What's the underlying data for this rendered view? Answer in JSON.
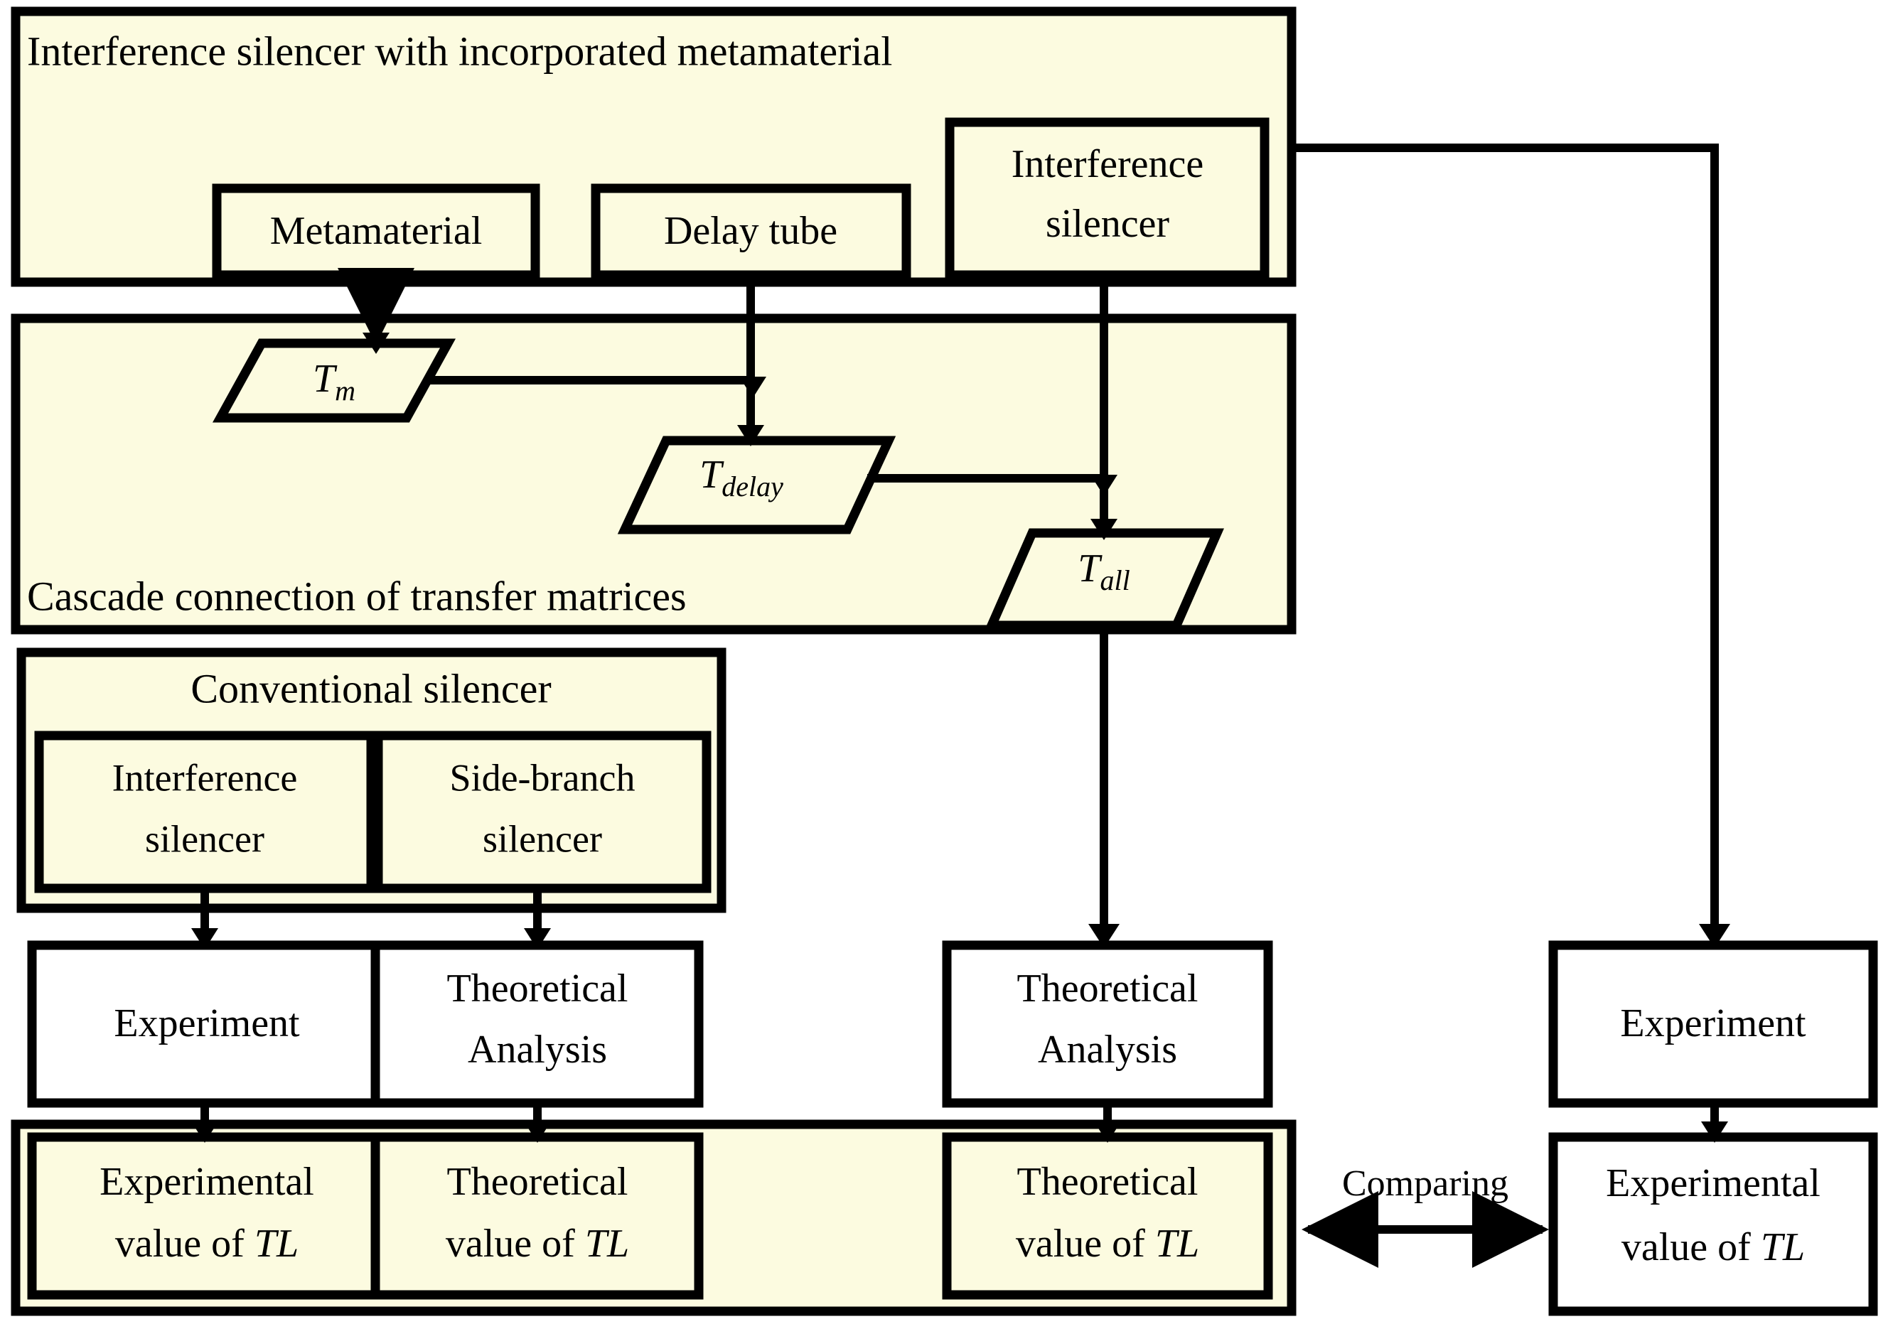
{
  "colors": {
    "cream": "#fcfbe0",
    "white": "#ffffff",
    "line": "#000000",
    "text": "#000000"
  },
  "diagram": {
    "title": "Interference silencer with incorporated metamaterial flowchart",
    "containers": {
      "metamaterial_group": {
        "label": "Interference silencer with incorporated metamaterial"
      },
      "cascade_group": {
        "label": "Cascade connection of transfer matrices"
      },
      "conventional_group": {
        "label": "Conventional silencer"
      },
      "results_group": {
        "label": ""
      }
    },
    "nodes": {
      "metamaterial": {
        "label": "Metamaterial"
      },
      "delay_tube": {
        "label": "Delay tube"
      },
      "interference_silencer_top": {
        "line1": "Interference",
        "line2": "silencer"
      },
      "t_m": {
        "base": "T",
        "sub": "m"
      },
      "t_delay": {
        "base": "T",
        "sub": "delay"
      },
      "t_all": {
        "base": "T",
        "sub": "all"
      },
      "conv_interference_silencer": {
        "line1": "Interference",
        "line2": "silencer"
      },
      "conv_side_branch_silencer": {
        "line1": "Side-branch",
        "line2": "silencer"
      },
      "experiment_left": {
        "label": "Experiment"
      },
      "theoretical_analysis_left": {
        "line1": "Theoretical",
        "line2": "Analysis"
      },
      "theoretical_analysis_mid": {
        "line1": "Theoretical",
        "line2": "Analysis"
      },
      "experiment_right": {
        "label": "Experiment"
      },
      "experimental_value_tl_left": {
        "line1": "Experimental",
        "line2_pre": "value of ",
        "line2_italic": "TL"
      },
      "theoretical_value_tl_left": {
        "line1": "Theoretical",
        "line2_pre": "value of ",
        "line2_italic": "TL"
      },
      "theoretical_value_tl_mid": {
        "line1": "Theoretical",
        "line2_pre": "value of ",
        "line2_italic": "TL"
      },
      "experimental_value_tl_right": {
        "line1": "Experimental",
        "line2_pre": "value of ",
        "line2_italic": "TL"
      }
    },
    "edges": {
      "comparing_label": {
        "label": "Comparing"
      }
    }
  }
}
